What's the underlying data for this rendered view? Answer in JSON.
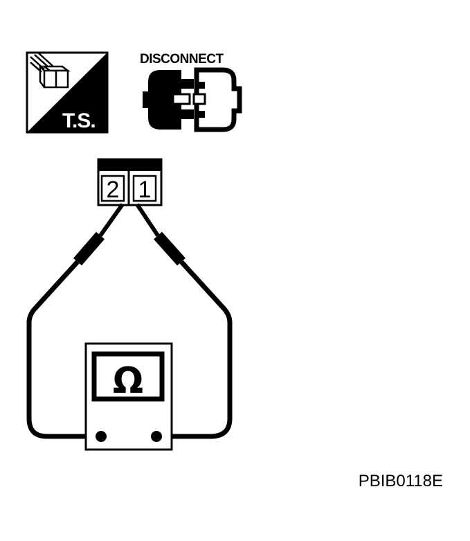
{
  "icons": {
    "test_symbol": {
      "label": "T.S.",
      "icon": "harness-connector-test-icon"
    },
    "disconnect": {
      "label": "DISCONNECT",
      "icon": "disconnect-connector-icon"
    }
  },
  "connector": {
    "pins": [
      {
        "number": "2"
      },
      {
        "number": "1"
      }
    ]
  },
  "meter": {
    "symbol": "Ω",
    "icon": "ohmmeter-icon"
  },
  "reference_code": "PBIB0118E",
  "colors": {
    "ink": "#000000",
    "paper": "#ffffff"
  }
}
